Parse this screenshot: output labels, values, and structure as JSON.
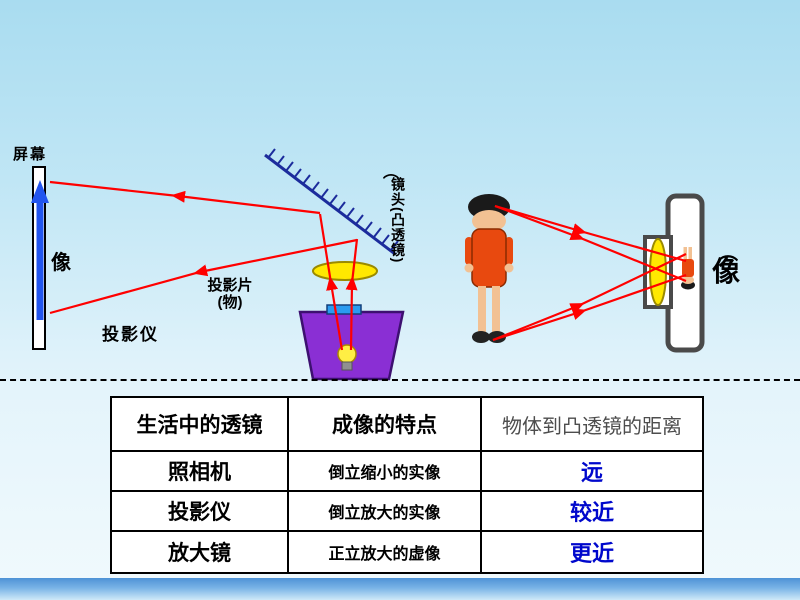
{
  "diagram": {
    "screen_label": "屏幕",
    "image_label_left": "像",
    "slide_object_line1": "投影片",
    "slide_object_line2": "(物)",
    "projector_label": "投影仪",
    "lens_label_arc": "︵",
    "lens_label_vertical": "镜头(凸透镜)",
    "image_label_right_arc": "︵",
    "image_label_right": "像"
  },
  "table": {
    "headers": [
      "生活中的透镜",
      "成像的特点",
      "物体到凸透镜的距离"
    ],
    "rows": [
      {
        "device": "照相机",
        "feature": "倒立缩小的实像",
        "distance": "远"
      },
      {
        "device": "投影仪",
        "feature": "倒立放大的实像",
        "distance": "较近"
      },
      {
        "device": "放大镜",
        "feature": "正立放大的虚像",
        "distance": "更近"
      }
    ]
  },
  "colors": {
    "ray_red": "#ff0000",
    "mirror_blue": "#1c2c9c",
    "lens_yellow": "#ffe800",
    "projector_purple": "#8a2fd4",
    "screen_arrow_blue": "#2255ee",
    "answer_blue": "#0008cc"
  }
}
